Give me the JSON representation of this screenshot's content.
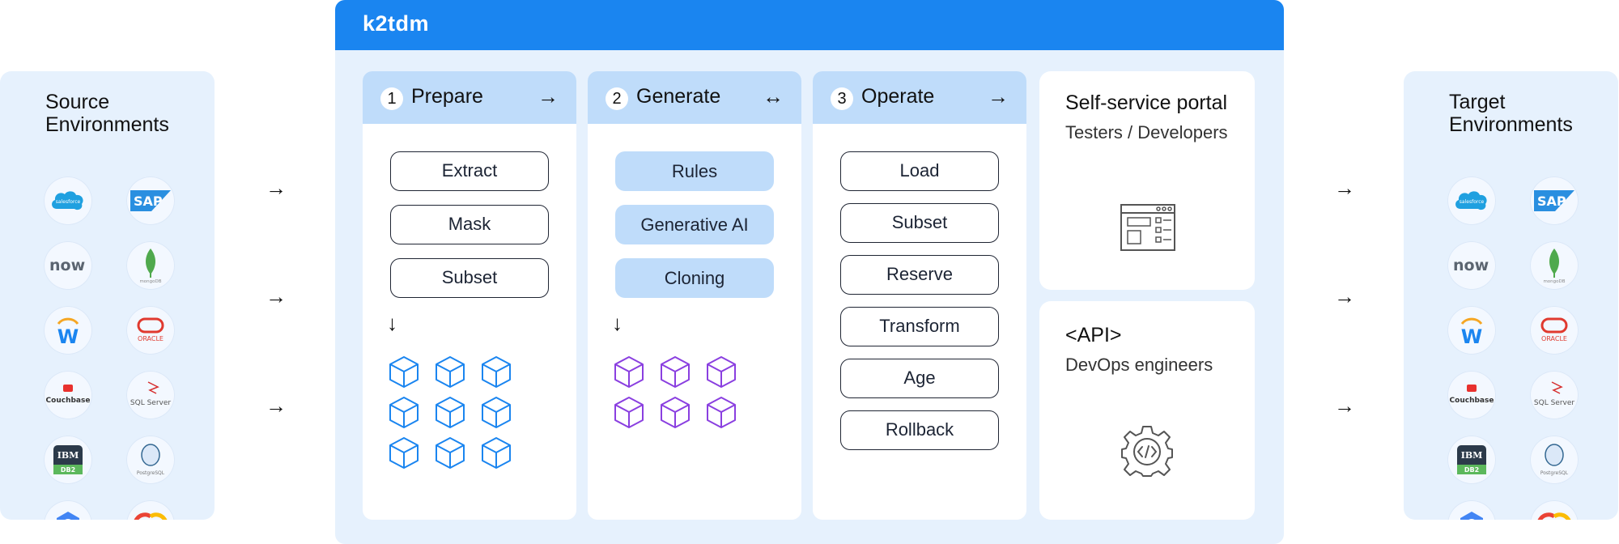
{
  "brand": {
    "name": "k2tdm"
  },
  "source": {
    "title_line1": "Source",
    "title_line2": "Environments",
    "logos": [
      "salesforce",
      "SAP",
      "now",
      "mongoDB",
      "W",
      "ORACLE",
      "Couchbase",
      "SQL Server",
      "IBM",
      "DB2",
      "PostgreSQL"
    ]
  },
  "target": {
    "title_line1": "Target",
    "title_line2": "Environments"
  },
  "steps": [
    {
      "number": "1",
      "title": "Prepare",
      "arrow": "→",
      "items": [
        "Extract",
        "Mask",
        "Subset"
      ],
      "down_arrow": "↓",
      "cube_color": "#1a85f0"
    },
    {
      "number": "2",
      "title": "Generate",
      "arrow": "↔",
      "items": [
        "Rules",
        "Generative AI",
        "Cloning"
      ],
      "down_arrow": "↓",
      "cube_color": "#8a3fe0"
    },
    {
      "number": "3",
      "title": "Operate",
      "arrow": "→",
      "items": [
        "Load",
        "Subset",
        "Reserve",
        "Transform",
        "Age",
        "Rollback"
      ]
    }
  ],
  "portal": {
    "title": "Self-service portal",
    "subtitle": "Testers / Developers",
    "icon": "browser-window-icon"
  },
  "api": {
    "title": "<API>",
    "subtitle": "DevOps engineers",
    "icon": "code-gear-icon"
  },
  "flow_arrow": "→",
  "colors": {
    "header": "#1a85f0",
    "panel": "#e6f1fd",
    "step_header": "#bfdcfa",
    "cube_blue": "#1a85f0",
    "cube_purple": "#8a3fe0"
  }
}
